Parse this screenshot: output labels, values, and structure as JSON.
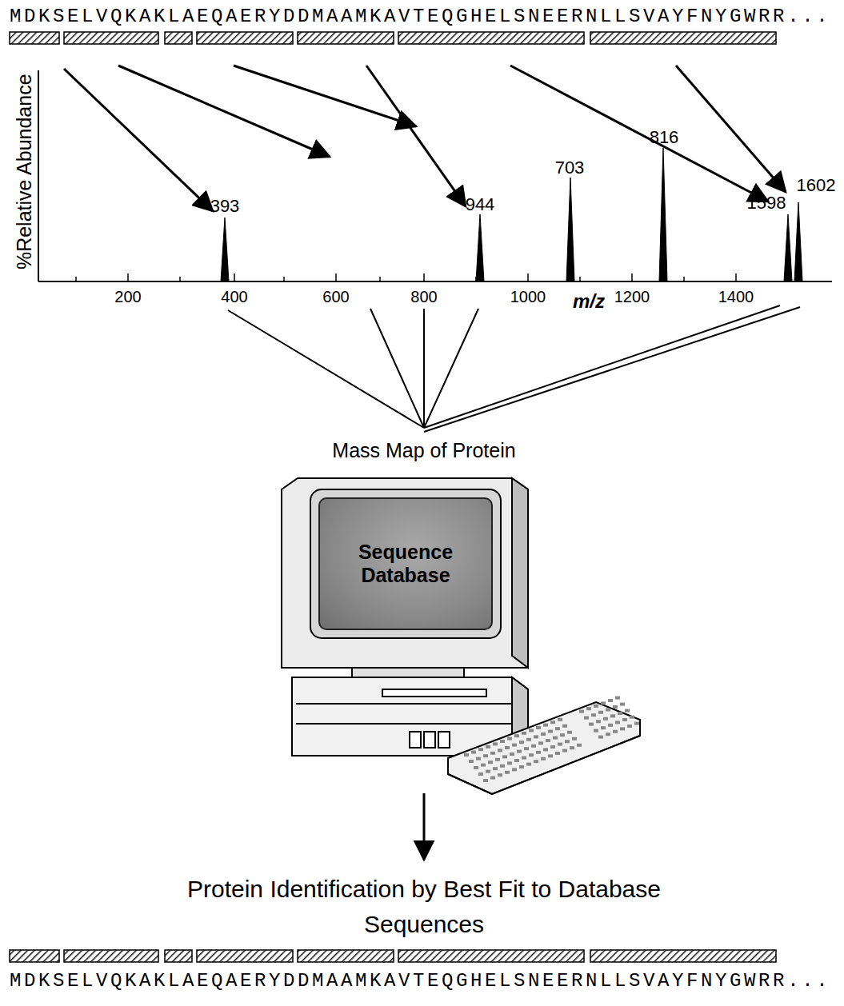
{
  "diagram": {
    "nodes": [
      {
        "text": [
          "Sequence Database"
        ]
      }
    ],
    "labels": [
      "MDKSELVQKAKLAEQAERYDDMAAMKAVTEQGHELSNEERNLLSVAYFNYGWRR...",
      "%Relative Abundance",
      "393",
      "703",
      "816",
      "944",
      "1598",
      "1602",
      "200",
      "400",
      "600",
      "800",
      "1000",
      "1200",
      "1400",
      "m/z",
      "Mass Map of Protein",
      "Protein Identification by Best Fit to Database Sequences",
      "MDKSELVQKAKLAEQAERYDDMAAMKAVTEQGHELSNEERNLLSVAYFNYGWRR..."
    ]
  }
}
